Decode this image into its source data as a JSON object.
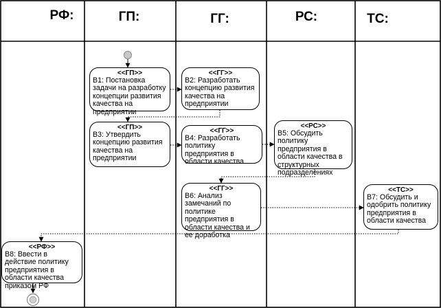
{
  "lanes": [
    {
      "id": "rf",
      "title": "РФ:"
    },
    {
      "id": "gp",
      "title": "ГП:"
    },
    {
      "id": "gg",
      "title": "ГГ:"
    },
    {
      "id": "rs",
      "title": "РС:"
    },
    {
      "id": "ts",
      "title": "ТС:"
    }
  ],
  "nodes": {
    "b1": {
      "stereotype": "<<ГП>>",
      "text": "В1: Постановка задачи на разработку концепции развития качества на предприятии"
    },
    "b2": {
      "stereotype": "<<ГГ>>",
      "text": "В2: Разработать концепцию развития качества на предприятии"
    },
    "b3": {
      "stereotype": "<<ГП>>",
      "text": "В3: Утвердить концепцию развития качества на предприятии"
    },
    "b4": {
      "stereotype": "<<ГГ>>",
      "text": "В4: Разработать политику предприятия в области качества"
    },
    "b5": {
      "stereotype": "<<РС>>",
      "text": "В5: Обсудить политику предприятия в области качества в структурных подразделениях"
    },
    "b6": {
      "stereotype": "<<ГГ>>",
      "text": "В6: Анализ замечаний по политике предприятия в области качества и ее доработка"
    },
    "b7": {
      "stereotype": "<<ТС>>",
      "text": "В7: Обсудить и одобрить политику предприятия в области качества"
    },
    "b8": {
      "stereotype": "<<РФ>>",
      "text": "В8: Ввести в действие политику предприятия в области качества приказом РФ"
    }
  },
  "start_node": "initial-state",
  "end_node": "final-state"
}
